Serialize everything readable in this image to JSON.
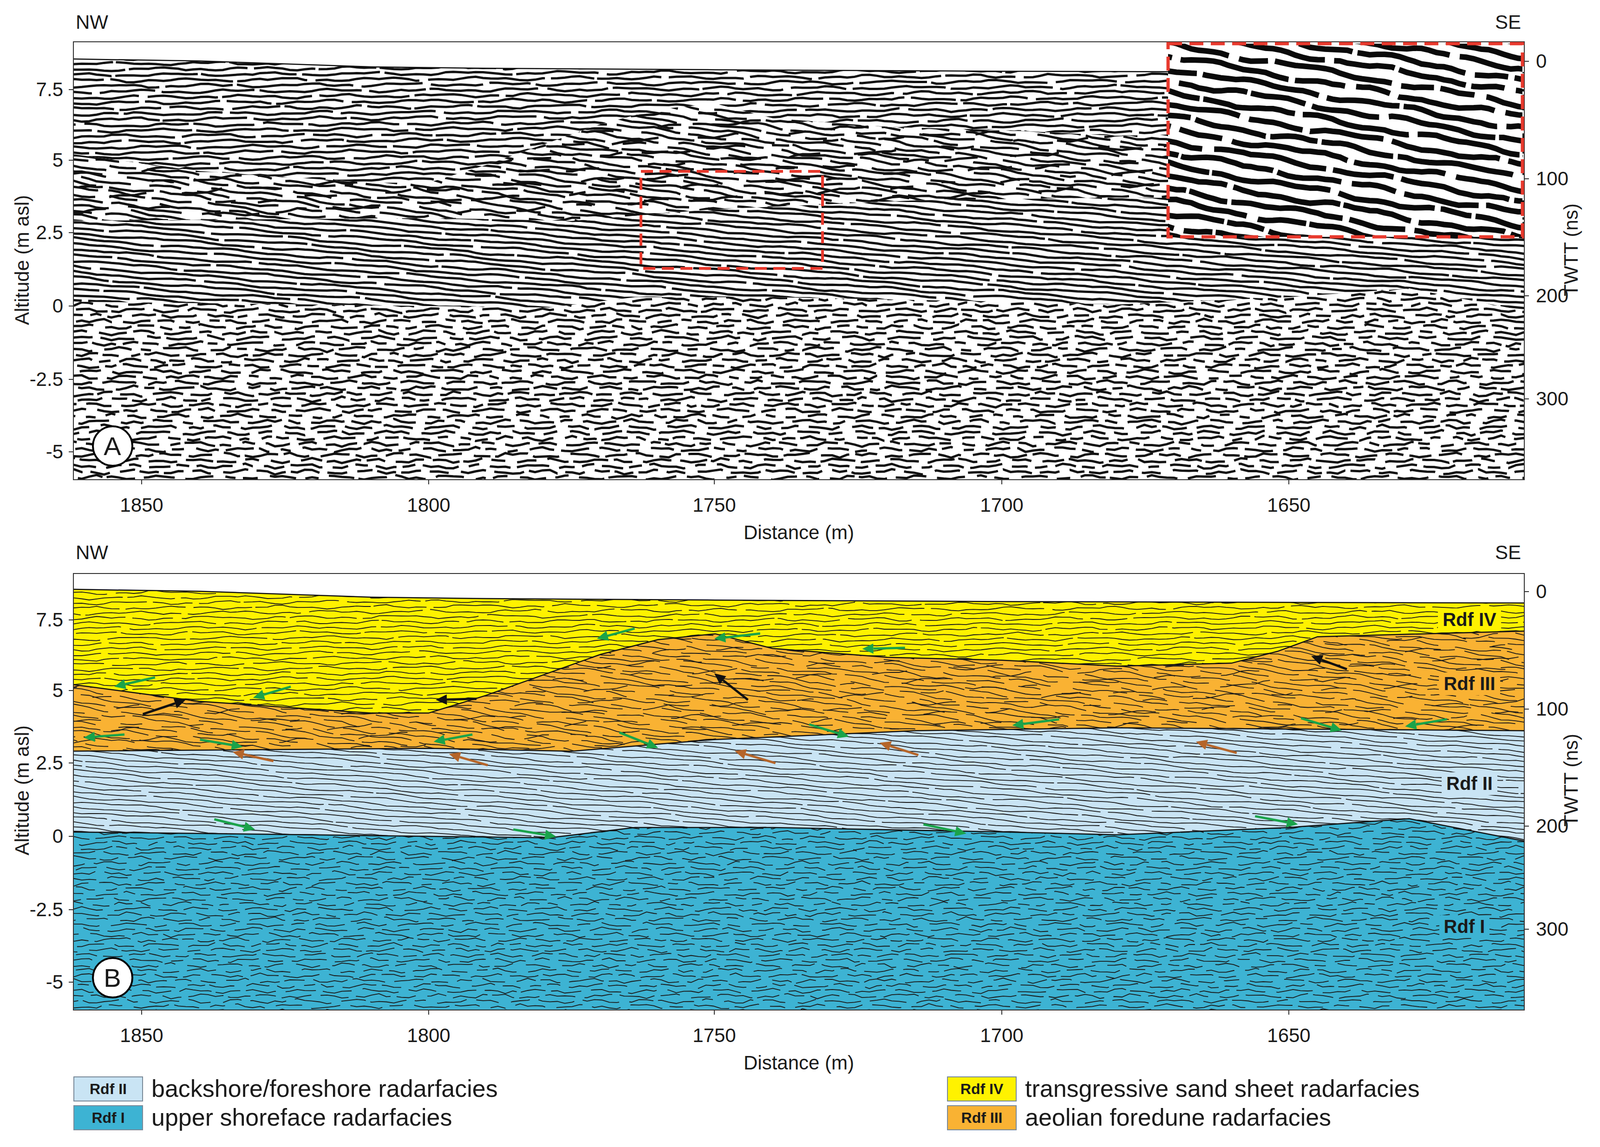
{
  "diagram": {
    "nodes": [
      {
        "text": [
          "A"
        ]
      },
      {
        "text": [
          "Rdf IV"
        ]
      },
      {
        "text": [
          "Rdf III"
        ]
      },
      {
        "text": [
          "Rdf II"
        ]
      },
      {
        "text": [
          "Rdf I"
        ]
      },
      {
        "text": [
          "B"
        ]
      }
    ],
    "labels": [
      "NW",
      "SE",
      "Altitude (m asl)",
      "7.5",
      "5",
      "2.5",
      "0",
      "-2.5",
      "-5",
      "TWTT (ns)",
      "0",
      "100",
      "200",
      "300",
      "1850",
      "1800",
      "1750",
      "1700",
      "1650",
      "Distance (m)",
      "NW",
      "SE",
      "Altitude (m asl)",
      "7.5",
      "5",
      "2.5",
      "0",
      "-2.5",
      "-5",
      "TWTT (ns)",
      "0",
      "100",
      "200",
      "300",
      "1850",
      "1800",
      "1750",
      "1700",
      "1650",
      "Distance (m)",
      "Rdf II",
      "Rdf I",
      "Rdf IV",
      "Rdf III"
    ],
    "legend": [
      {
        "text": "backshore/foreshore radarfacies",
        "color": "#c9e4f4"
      },
      {
        "text": "upper shoreface radarfacies",
        "color": "#3db3d3"
      },
      {
        "text": "transgressive sand sheet radarfacies",
        "color": "#fff200"
      },
      {
        "text": "aeolian foredune radarfacies",
        "color": "#f9b233"
      }
    ]
  }
}
